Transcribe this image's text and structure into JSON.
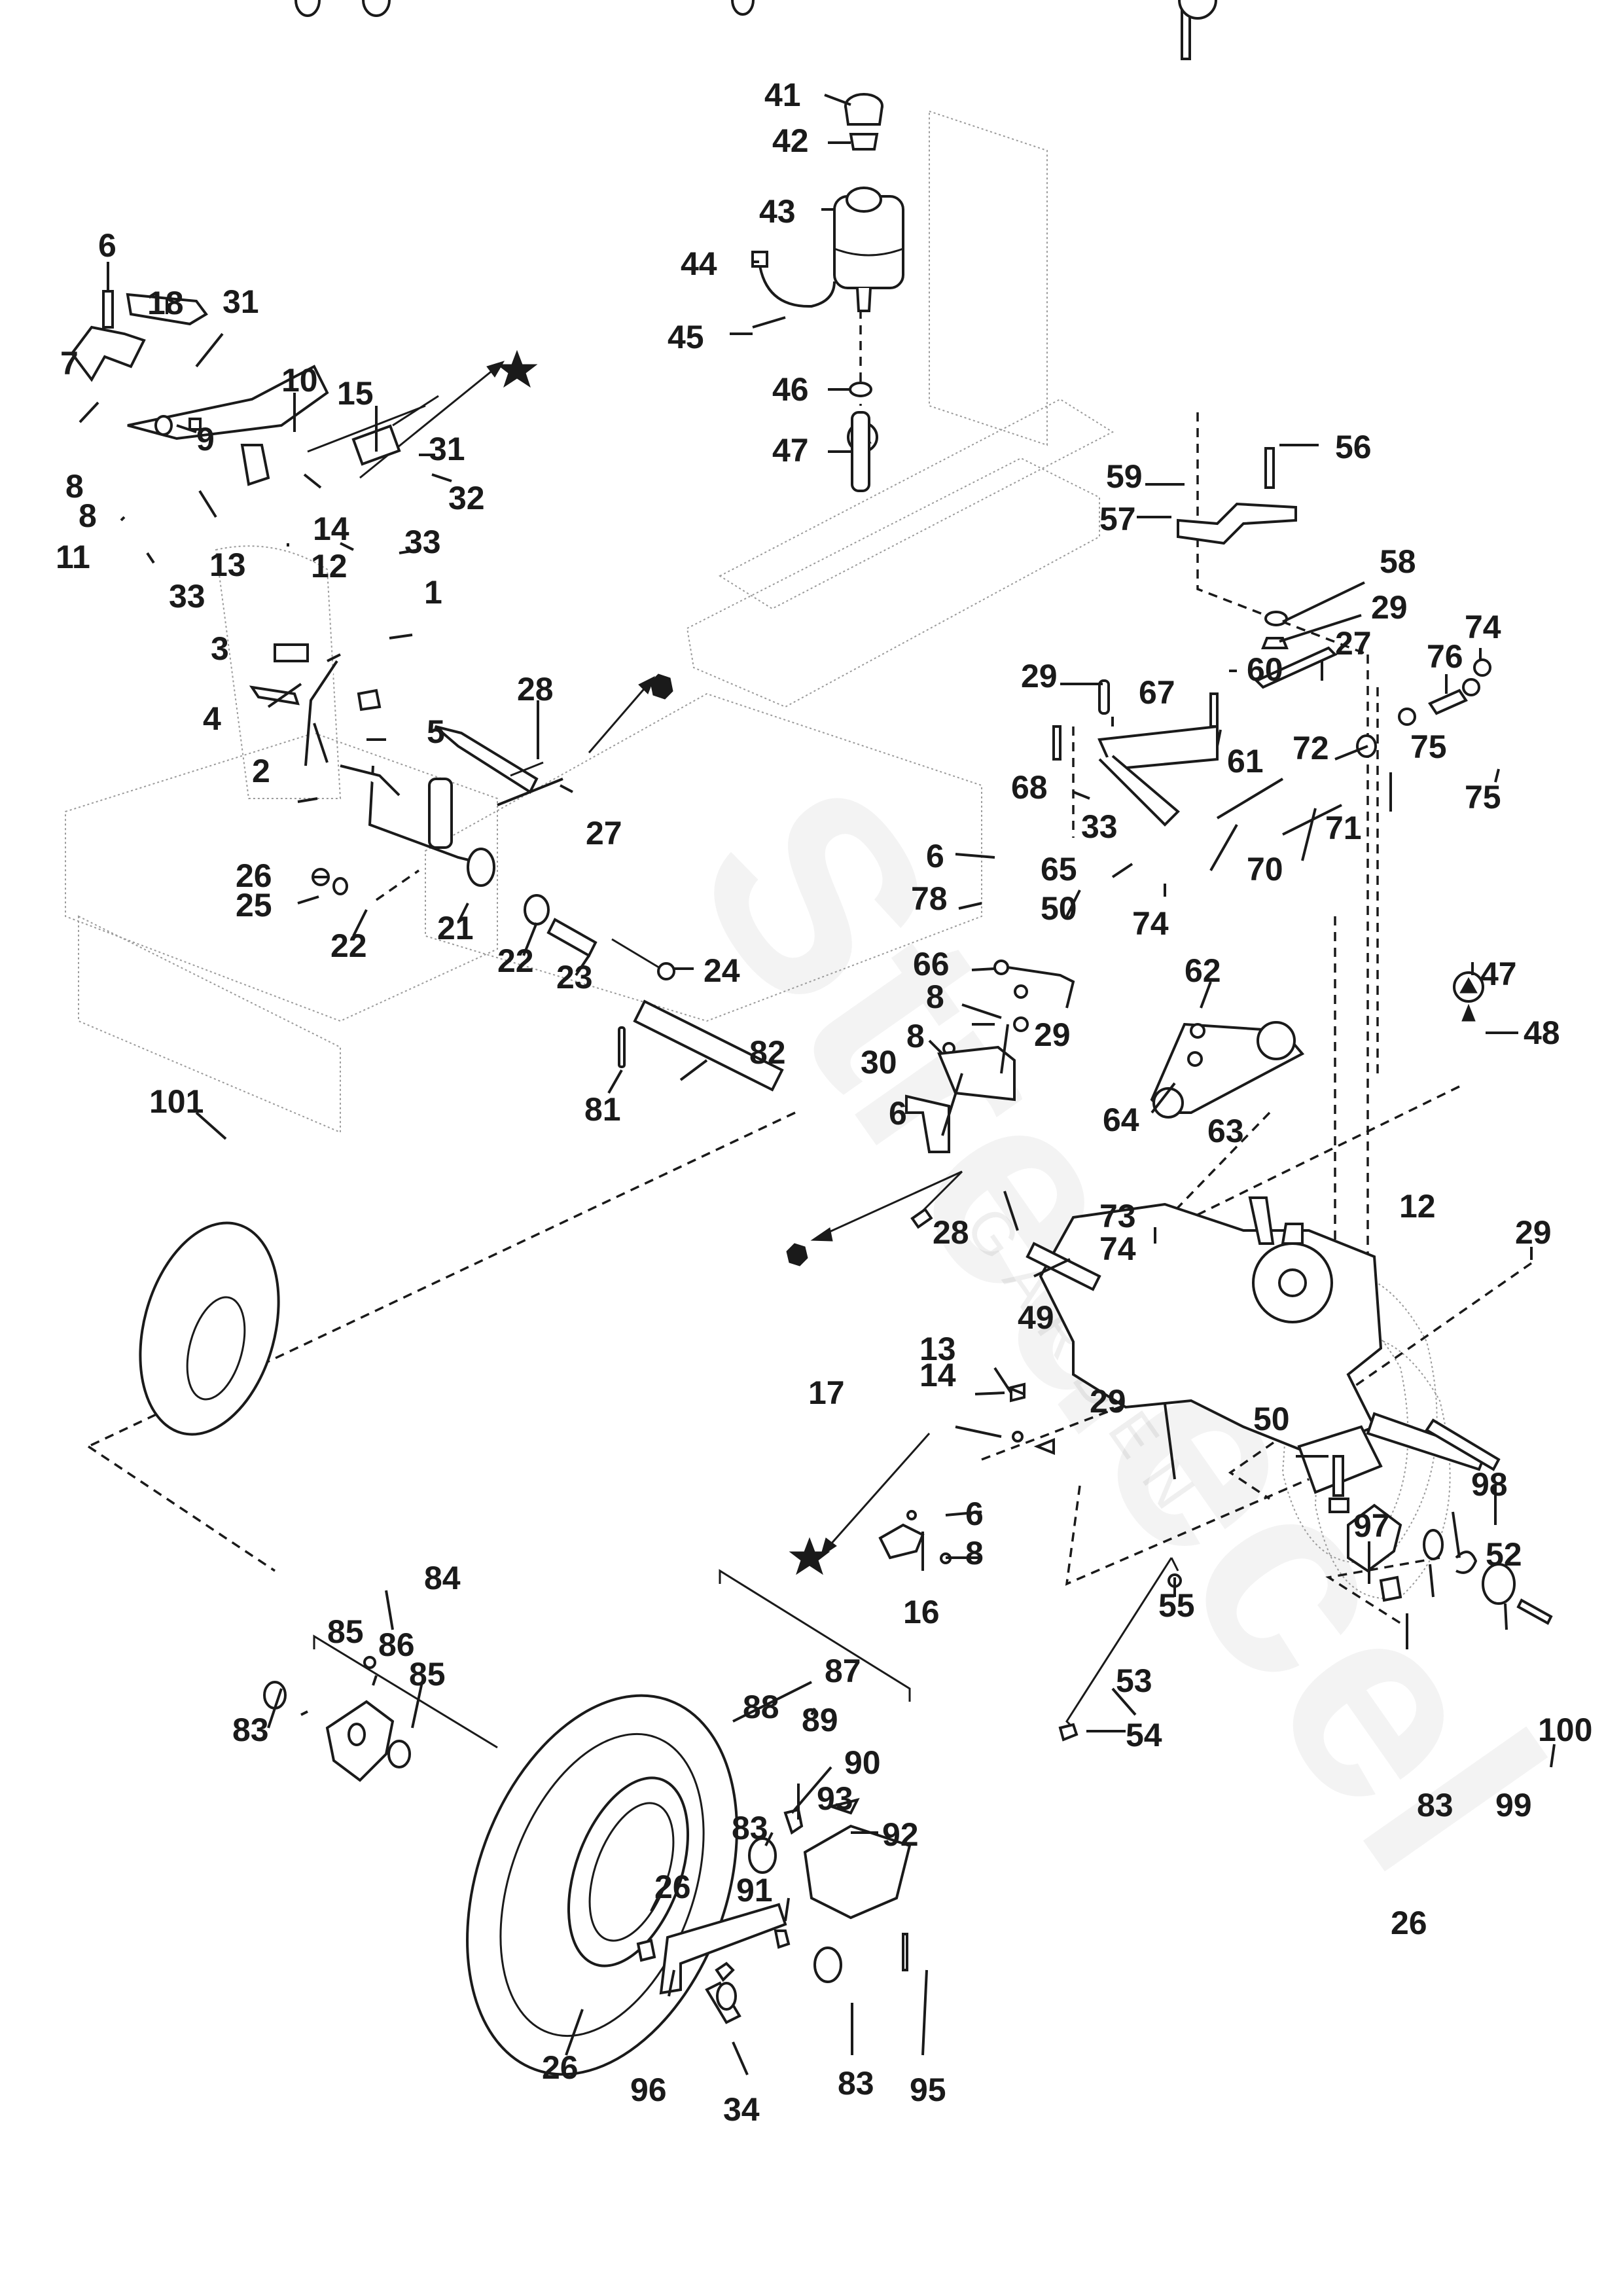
{
  "diagram": {
    "title": "",
    "watermark": {
      "brand": "Stredecel",
      "sub": "GARDEN"
    },
    "reference_symbols": [
      "star",
      "hexagon",
      "triangle-circle"
    ],
    "callouts": [
      {
        "id": "c41",
        "label": "41"
      },
      {
        "id": "c42",
        "label": "42"
      },
      {
        "id": "c43",
        "label": "43"
      },
      {
        "id": "c44",
        "label": "44"
      },
      {
        "id": "c45",
        "label": "45"
      },
      {
        "id": "c46",
        "label": "46"
      },
      {
        "id": "c47a",
        "label": "47"
      },
      {
        "id": "c6a",
        "label": "6"
      },
      {
        "id": "c18",
        "label": "18"
      },
      {
        "id": "c31a",
        "label": "31"
      },
      {
        "id": "c7",
        "label": "7"
      },
      {
        "id": "c10",
        "label": "10"
      },
      {
        "id": "c15",
        "label": "15"
      },
      {
        "id": "c9",
        "label": "9"
      },
      {
        "id": "c31b",
        "label": "31"
      },
      {
        "id": "c32",
        "label": "32"
      },
      {
        "id": "c8a",
        "label": "8"
      },
      {
        "id": "c14a",
        "label": "14"
      },
      {
        "id": "c8b",
        "label": "8"
      },
      {
        "id": "c13a",
        "label": "13"
      },
      {
        "id": "c12a",
        "label": "12"
      },
      {
        "id": "c33a",
        "label": "33"
      },
      {
        "id": "c11",
        "label": "11"
      },
      {
        "id": "c33b",
        "label": "33"
      },
      {
        "id": "c1",
        "label": "1"
      },
      {
        "id": "c3",
        "label": "3"
      },
      {
        "id": "c4",
        "label": "4"
      },
      {
        "id": "c5",
        "label": "5"
      },
      {
        "id": "c2",
        "label": "2"
      },
      {
        "id": "c28a",
        "label": "28"
      },
      {
        "id": "c27a",
        "label": "27"
      },
      {
        "id": "c26a",
        "label": "26"
      },
      {
        "id": "c25",
        "label": "25"
      },
      {
        "id": "c22a",
        "label": "22"
      },
      {
        "id": "c21",
        "label": "21"
      },
      {
        "id": "c22b",
        "label": "22"
      },
      {
        "id": "c23",
        "label": "23"
      },
      {
        "id": "c24",
        "label": "24"
      },
      {
        "id": "c82",
        "label": "82"
      },
      {
        "id": "c81",
        "label": "81"
      },
      {
        "id": "c101",
        "label": "101"
      },
      {
        "id": "c56",
        "label": "56"
      },
      {
        "id": "c59",
        "label": "59"
      },
      {
        "id": "c57",
        "label": "57"
      },
      {
        "id": "c58",
        "label": "58"
      },
      {
        "id": "c29a",
        "label": "29"
      },
      {
        "id": "c74a",
        "label": "74"
      },
      {
        "id": "c27b",
        "label": "27"
      },
      {
        "id": "c76",
        "label": "76"
      },
      {
        "id": "c29b",
        "label": "29"
      },
      {
        "id": "c60",
        "label": "60"
      },
      {
        "id": "c67",
        "label": "67"
      },
      {
        "id": "c72",
        "label": "72"
      },
      {
        "id": "c75a",
        "label": "75"
      },
      {
        "id": "c75b",
        "label": "75"
      },
      {
        "id": "c61",
        "label": "61"
      },
      {
        "id": "c68",
        "label": "68"
      },
      {
        "id": "c71",
        "label": "71"
      },
      {
        "id": "c33c",
        "label": "33"
      },
      {
        "id": "c65",
        "label": "65"
      },
      {
        "id": "c70",
        "label": "70"
      },
      {
        "id": "c6b",
        "label": "6"
      },
      {
        "id": "c50a",
        "label": "50"
      },
      {
        "id": "c74b",
        "label": "74"
      },
      {
        "id": "c78",
        "label": "78"
      },
      {
        "id": "c47b",
        "label": "47"
      },
      {
        "id": "c66",
        "label": "66"
      },
      {
        "id": "c62",
        "label": "62"
      },
      {
        "id": "c8c",
        "label": "8"
      },
      {
        "id": "c48",
        "label": "48"
      },
      {
        "id": "c8d",
        "label": "8"
      },
      {
        "id": "c29c",
        "label": "29"
      },
      {
        "id": "c30",
        "label": "30"
      },
      {
        "id": "c64",
        "label": "64"
      },
      {
        "id": "c6c",
        "label": "6"
      },
      {
        "id": "c63",
        "label": "63"
      },
      {
        "id": "c28b",
        "label": "28"
      },
      {
        "id": "c73",
        "label": "73"
      },
      {
        "id": "c12b",
        "label": "12"
      },
      {
        "id": "c74c",
        "label": "74"
      },
      {
        "id": "c29d",
        "label": "29"
      },
      {
        "id": "c49",
        "label": "49"
      },
      {
        "id": "c13b",
        "label": "13"
      },
      {
        "id": "c14b",
        "label": "14"
      },
      {
        "id": "c17",
        "label": "17"
      },
      {
        "id": "c29e",
        "label": "29"
      },
      {
        "id": "c6d",
        "label": "6"
      },
      {
        "id": "c50b",
        "label": "50"
      },
      {
        "id": "c8e",
        "label": "8"
      },
      {
        "id": "c52",
        "label": "52"
      },
      {
        "id": "c16",
        "label": "16"
      },
      {
        "id": "c55",
        "label": "55"
      },
      {
        "id": "c84",
        "label": "84"
      },
      {
        "id": "c85a",
        "label": "85"
      },
      {
        "id": "c86",
        "label": "86"
      },
      {
        "id": "c85b",
        "label": "85"
      },
      {
        "id": "c83a",
        "label": "83"
      },
      {
        "id": "c87",
        "label": "87"
      },
      {
        "id": "c88",
        "label": "88"
      },
      {
        "id": "c89",
        "label": "89"
      },
      {
        "id": "c90",
        "label": "90"
      },
      {
        "id": "c53",
        "label": "53"
      },
      {
        "id": "c97",
        "label": "97"
      },
      {
        "id": "c98",
        "label": "98"
      },
      {
        "id": "c54",
        "label": "54"
      },
      {
        "id": "c100",
        "label": "100"
      },
      {
        "id": "c93",
        "label": "93"
      },
      {
        "id": "c83b",
        "label": "83"
      },
      {
        "id": "c92",
        "label": "92"
      },
      {
        "id": "c83c",
        "label": "83"
      },
      {
        "id": "c99",
        "label": "99"
      },
      {
        "id": "c91",
        "label": "91"
      },
      {
        "id": "c26b",
        "label": "26"
      },
      {
        "id": "c26c",
        "label": "26"
      },
      {
        "id": "c26d",
        "label": "26"
      },
      {
        "id": "c96",
        "label": "96"
      },
      {
        "id": "c34",
        "label": "34"
      },
      {
        "id": "c83d",
        "label": "83"
      },
      {
        "id": "c95",
        "label": "95"
      }
    ]
  }
}
